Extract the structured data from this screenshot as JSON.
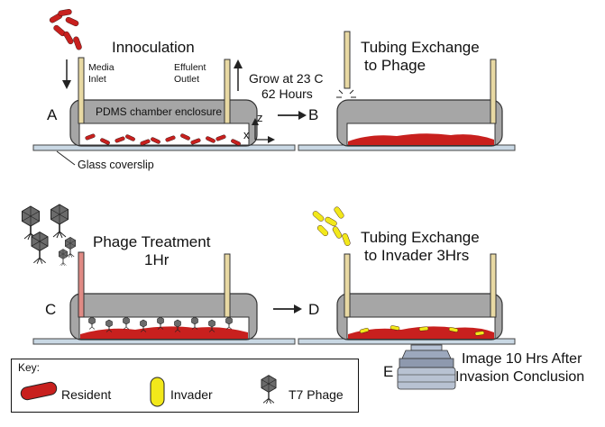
{
  "panels": {
    "a": {
      "letter": "A",
      "title": "Innoculation",
      "media_inlet": [
        "Media",
        "Inlet"
      ],
      "effluent_outlet": [
        "Effulent",
        "Outlet"
      ],
      "chamber_label": "PDMS chamber enclosure",
      "coverslip_label": "Glass coverslip",
      "axis_z": "z",
      "axis_x": "x"
    },
    "transition_ab": [
      "Grow at 23 C",
      "62 Hours"
    ],
    "b": {
      "letter": "B",
      "title": [
        "Tubing Exchange",
        "to Phage"
      ]
    },
    "c": {
      "letter": "C",
      "title": [
        "Phage Treatment",
        "1Hr"
      ]
    },
    "d": {
      "letter": "D",
      "title": [
        "Tubing Exchange",
        "to Invader 3Hrs"
      ]
    },
    "e": {
      "letter": "E",
      "caption": [
        "Image 10 Hrs After",
        "Invasion Conclusion"
      ]
    }
  },
  "key": {
    "title": "Key:",
    "items": [
      {
        "label": "Resident",
        "icon": "resident-cell-icon",
        "color": "#c8201e"
      },
      {
        "label": "Invader",
        "icon": "invader-cell-icon",
        "color": "#f2e81a"
      },
      {
        "label": "T7 Phage",
        "icon": "t7-phage-icon",
        "color": "#555555"
      }
    ]
  },
  "colors": {
    "resident": "#c8201e",
    "invader": "#f2e81a",
    "chamber": "#a6a6a6",
    "coverslip": "#c9d8e4",
    "tube": "#e8d9a3",
    "phage_tube": "#e08a84",
    "objective": "#9ca8bd"
  }
}
